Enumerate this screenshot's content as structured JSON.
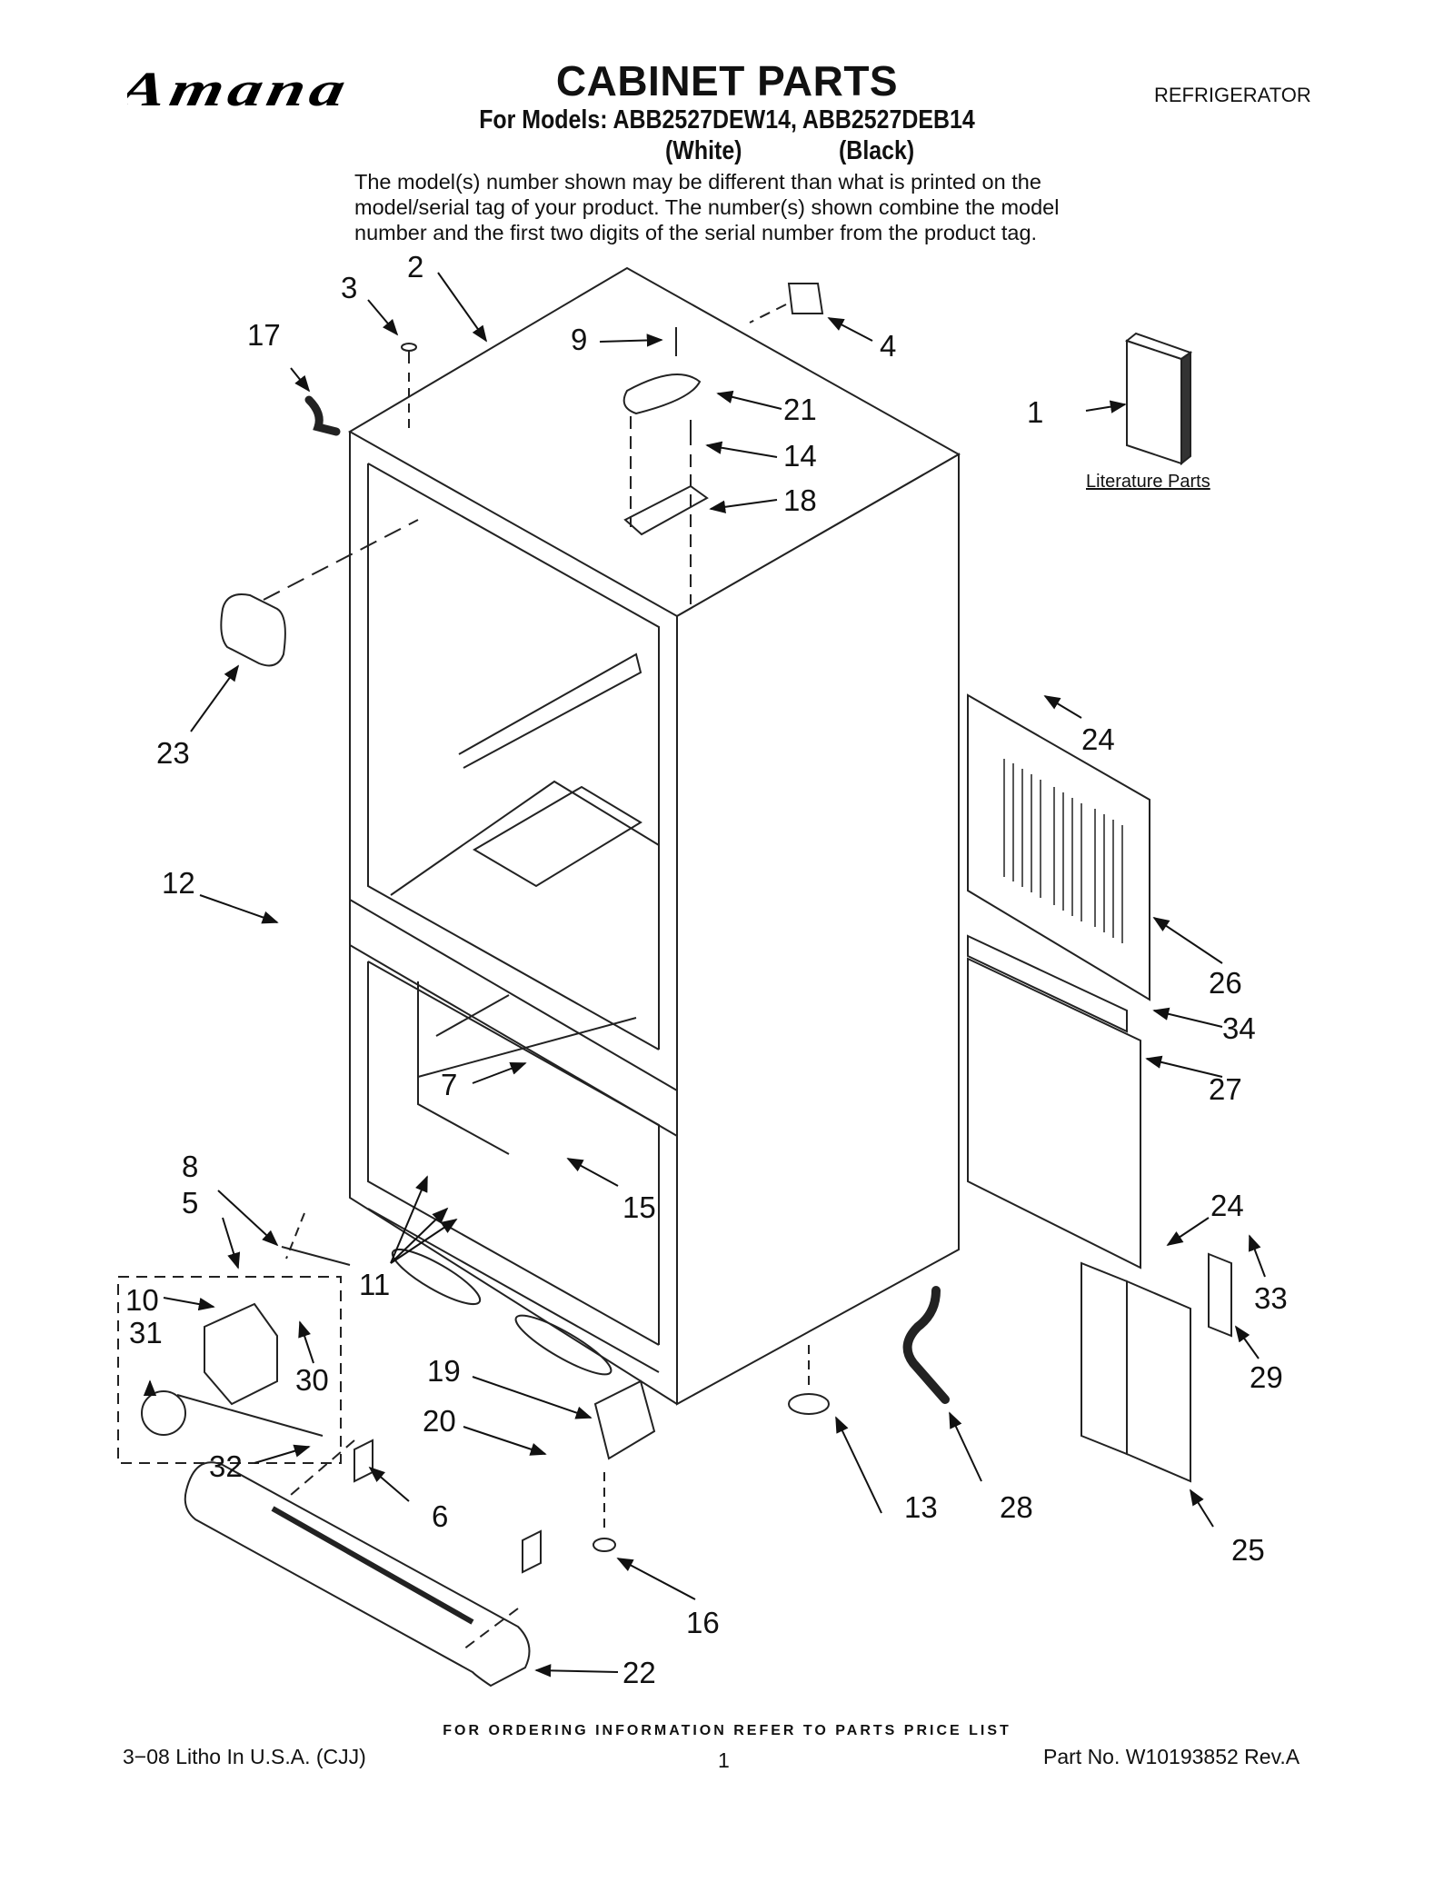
{
  "header": {
    "brand": "Amana",
    "title": "CABINET PARTS",
    "models_line": "For Models: ABB2527DEW14, ABB2527DEB14",
    "color_white": "(White)",
    "color_black": "(Black)",
    "category": "REFRIGERATOR",
    "note_lines": [
      "The model(s) number shown may be different than what is printed on the",
      "model/serial tag of your product. The number(s) shown combine the model",
      "number and the first two digits of the serial number from the product tag."
    ]
  },
  "literature_label": "Literature Parts",
  "callouts": [
    "1",
    "2",
    "3",
    "4",
    "5",
    "6",
    "7",
    "8",
    "9",
    "10",
    "11",
    "12",
    "13",
    "14",
    "15",
    "16",
    "17",
    "18",
    "19",
    "20",
    "21",
    "22",
    "23",
    "24",
    "24",
    "25",
    "26",
    "27",
    "28",
    "29",
    "30",
    "31",
    "32",
    "33",
    "34"
  ],
  "footer": {
    "ordering": "FOR ORDERING INFORMATION REFER TO PARTS PRICE LIST",
    "litho": "3−08 Litho In U.S.A. (CJJ)",
    "page": "1",
    "part_no": "Part No. W10193852 Rev.A"
  }
}
